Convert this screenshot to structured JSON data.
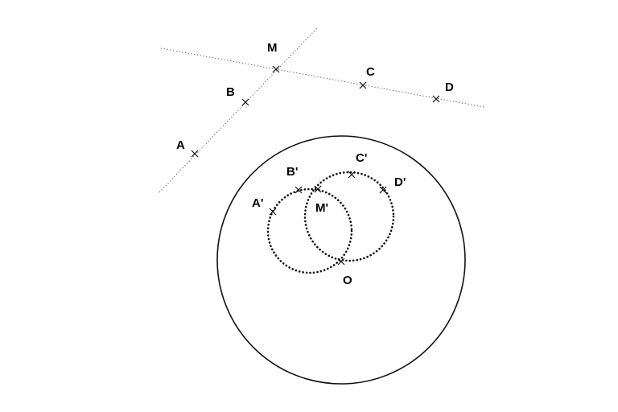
{
  "diagram": {
    "labels": {
      "M": "M",
      "A": "A",
      "B": "B",
      "C": "C",
      "D": "D",
      "A_prime": "A'",
      "B_prime": "B'",
      "C_prime": "C'",
      "D_prime": "D'",
      "M_prime": "M'",
      "O": "O"
    }
  }
}
